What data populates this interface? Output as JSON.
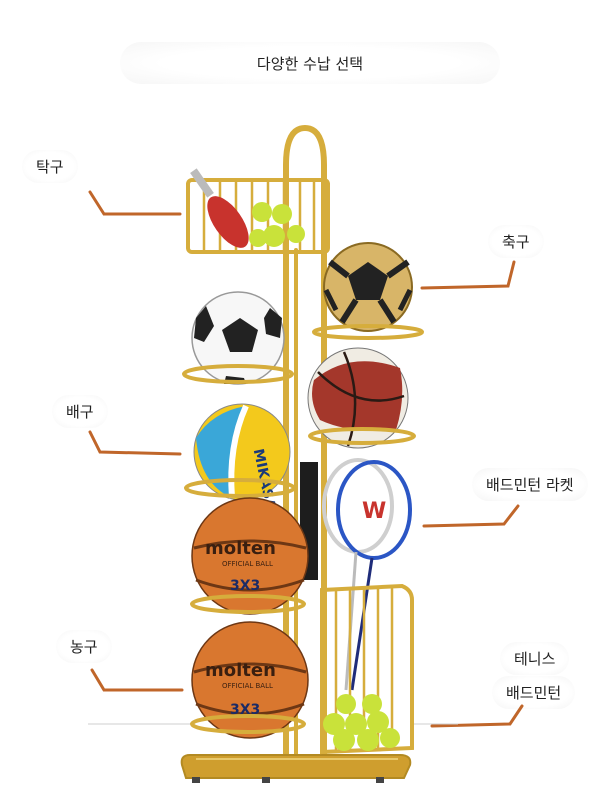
{
  "title": "다양한 수납 선택",
  "labels": {
    "table_tennis": "탁구",
    "soccer": "축구",
    "volleyball": "배구",
    "badminton_racket": "배드민턴 라켓",
    "basketball": "농구",
    "tennis_line1": "테니스",
    "tennis_line2": "배드민턴"
  },
  "ball_brand_text": {
    "basketball_brand": "molten",
    "basketball_sub": "OFFICIAL BALL",
    "basketball_logo": "3X3",
    "volleyball_brand": "MIKASA"
  },
  "colors": {
    "gold": "#d6ad3c",
    "gold_dark": "#b38a22",
    "leader_line": "#c0662a",
    "orange_ball": "#d9772f",
    "volley_blue": "#3aa7d8",
    "volley_yellow": "#f3c91c",
    "tennis_ball": "#c9e23a",
    "racket_red": "#c8332d",
    "soccer_gold": "#c8a04a"
  }
}
